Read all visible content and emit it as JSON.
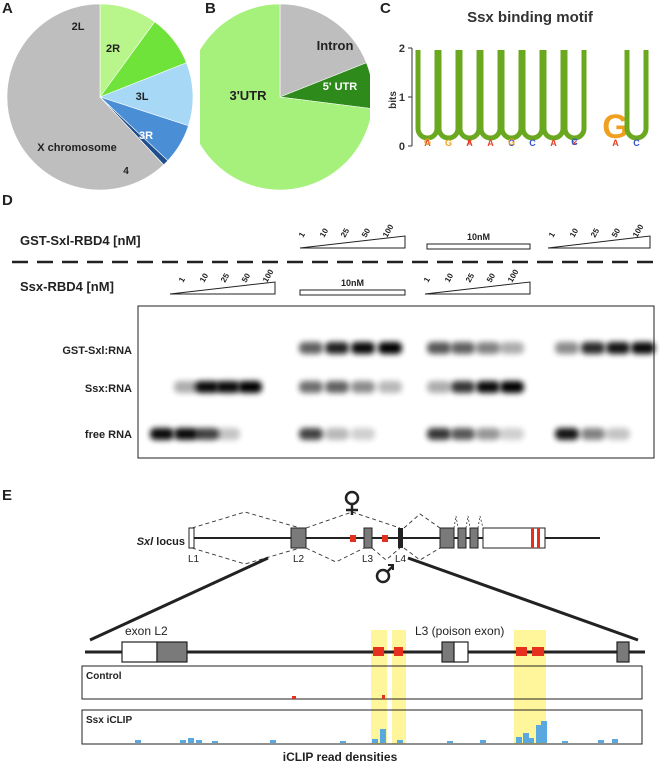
{
  "panels": {
    "a": "A",
    "b": "B",
    "c": "C",
    "d": "D",
    "e": "E"
  },
  "chart_data": [
    {
      "type": "pie",
      "categories": [
        "2L",
        "2R",
        "3L",
        "3R",
        "4",
        "X chromosome"
      ],
      "values": [
        10,
        9,
        11,
        7,
        1,
        62
      ],
      "colors": [
        "#b8f58a",
        "#6fe33a",
        "#a7d9f7",
        "#4a8fd6",
        "#1f4e8c",
        "#bebebe"
      ]
    },
    {
      "type": "pie",
      "categories": [
        "Intron",
        "5' UTR",
        "3'UTR"
      ],
      "values": [
        19,
        8,
        73
      ],
      "colors": [
        "#bebebe",
        "#2f8a1c",
        "#a6f07c"
      ]
    }
  ],
  "motif": {
    "title": "Ssx binding motif",
    "ylabel": "bits",
    "yticks": [
      "0",
      "1",
      "2"
    ],
    "u_color": "#6aa820",
    "g_color": "#f0a020",
    "positions": [
      {
        "main": "U",
        "low": [
          "A",
          "G"
        ]
      },
      {
        "main": "U",
        "low": [
          "G"
        ]
      },
      {
        "main": "U",
        "low": [
          "A",
          "X"
        ]
      },
      {
        "main": "U",
        "low": [
          "A"
        ]
      },
      {
        "main": "U",
        "low": [
          "C",
          "G"
        ]
      },
      {
        "main": "U",
        "low": [
          "C"
        ]
      },
      {
        "main": "U",
        "low": [
          "A"
        ]
      },
      {
        "main": "U",
        "low": [
          "X",
          "C"
        ]
      },
      {
        "main": "G",
        "low": [
          "A"
        ]
      },
      {
        "main": "U",
        "low": [
          "C"
        ]
      }
    ]
  },
  "gel": {
    "gst_label": "GST-Sxl-RBD4 [nM]",
    "ssx_label": "Ssx-RBD4 [nM]",
    "conc": [
      "1",
      "10",
      "25",
      "50",
      "100"
    ],
    "fixed": "10nM",
    "band_labels": [
      "GST-Sxl:RNA",
      "Ssx:RNA",
      "free RNA"
    ]
  },
  "locus": {
    "name": "Sxl",
    "name_suffix": " locus",
    "exons": [
      "L1",
      "L2",
      "L3",
      "L4"
    ],
    "female_icon": "female-symbol-icon",
    "male_icon": "male-symbol-icon",
    "zoom_labels": [
      "exon L2",
      "L3 (poison exon)"
    ],
    "tracks": [
      "Control",
      "Ssx iCLIP"
    ],
    "caption": "iCLIP read densities"
  }
}
